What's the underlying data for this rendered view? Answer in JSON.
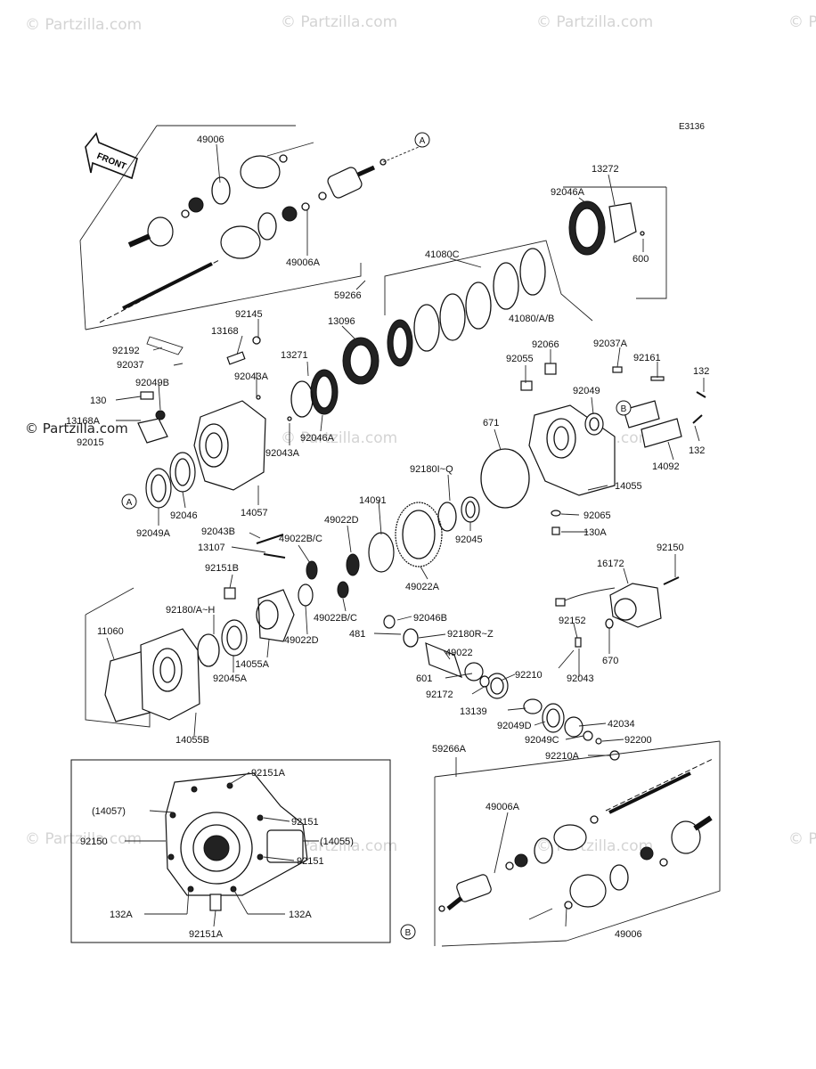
{
  "diagram_code": "E3136",
  "front_label": "FRONT",
  "watermark": "© Partzilla.com",
  "watermark_dark": "© Partzilla.com",
  "refs": {
    "a": "A",
    "b": "B"
  },
  "labels": {
    "p49006_top": "49006",
    "p13272": "13272",
    "p92046A_top": "92046A",
    "p600": "600",
    "p49006A_top": "49006A",
    "p59266": "59266",
    "p41080C": "41080C",
    "p41080AB": "41080/A/B",
    "p92145": "92145",
    "p13096": "13096",
    "p13168": "13168",
    "p92192": "92192",
    "p13271": "13271",
    "p92037": "92037",
    "p92043A_1": "92043A",
    "p92049B": "92049B",
    "p130": "130",
    "p13168A": "13168A",
    "p92015": "92015",
    "p92046A_mid": "92046A",
    "p92043A_2": "92043A",
    "p92066": "92066",
    "p92037A": "92037A",
    "p92055": "92055",
    "p92161": "92161",
    "p132_1": "132",
    "p92049": "92049",
    "p671": "671",
    "p132_2": "132",
    "p14092": "14092",
    "p14055": "14055",
    "p92180IQ": "92180I~Q",
    "p92046": "92046",
    "p92049A": "92049A",
    "p14057": "14057",
    "p14091": "14091",
    "p49022D_1": "49022D",
    "p92045": "92045",
    "p92065": "92065",
    "p130A": "130A",
    "p92043B": "92043B",
    "p49022BC_1": "49022B/C",
    "p13107": "13107",
    "p49022A": "49022A",
    "p92150_top": "92150",
    "p92151B": "92151B",
    "p16172": "16172",
    "p92180AH": "92180/A~H",
    "p49022BC_2": "49022B/C",
    "p92046B": "92046B",
    "p11060": "11060",
    "p92152": "92152",
    "p481": "481",
    "p92180RZ": "92180R~Z",
    "p49022D_2": "49022D",
    "p14055A": "14055A",
    "p49022": "49022",
    "p670": "670",
    "p92045A": "92045A",
    "p601": "601",
    "p92210": "92210",
    "p92043": "92043",
    "p92172": "92172",
    "p14055B": "14055B",
    "p13139": "13139",
    "p42034": "42034",
    "p92049D": "92049D",
    "p92049C": "92049C",
    "p92200": "92200",
    "p92210A": "92210A",
    "p59266A": "59266A",
    "p92151A_top": "92151A",
    "p14057_par": "(14057)",
    "p92151_1": "92151",
    "p92150_inset": "92150",
    "p14055_par": "(14055)",
    "p92151_2": "92151",
    "p132A_1": "132A",
    "p132A_2": "132A",
    "p92151A_bottom": "92151A",
    "p49006A_bottom": "49006A",
    "p49006_bottom": "49006"
  }
}
